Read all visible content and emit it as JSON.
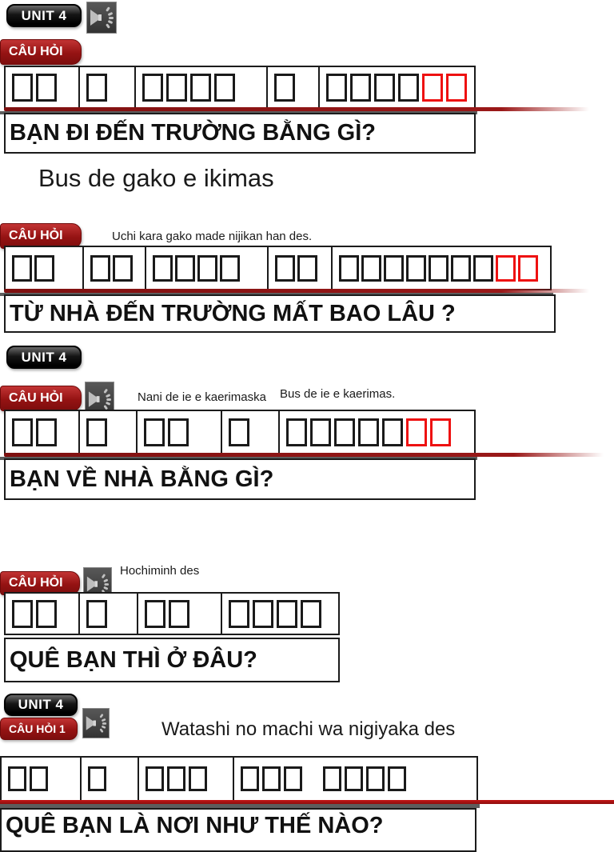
{
  "colors": {
    "badge_black": "#0f0f0f",
    "badge_red": "#951313",
    "tofu_black": "#1a1a1a",
    "tofu_red": "#ee1111",
    "separator_maroon": "#8d1414",
    "separator_red": "#b41216",
    "separator_gray": "#5d5d5d"
  },
  "icons": {
    "speaker": "audio-speaker"
  },
  "sections": [
    {
      "unit_badge": "UNIT 4",
      "question_badge": "CÂU HỎI",
      "cells": [
        [
          "k",
          "k"
        ],
        [
          "k"
        ],
        [
          "k",
          "k",
          "k",
          "k"
        ],
        [
          "k"
        ],
        [
          "k",
          "k",
          "k",
          "k",
          "r",
          "r"
        ]
      ],
      "question": "BẠN ĐI ĐẾN TRƯỜNG BẰNG GÌ?",
      "romaji": "Bus de gako e ikimas"
    },
    {
      "question_badge": "CÂU HỎI",
      "note": "Uchi kara gako made nijikan han des.",
      "cells": [
        [
          "k",
          "k"
        ],
        [
          "k",
          "k"
        ],
        [
          "k",
          "k",
          "k",
          "k"
        ],
        [
          "k",
          "k"
        ],
        [
          "k",
          "k",
          "k",
          "k",
          "k",
          "k",
          "k",
          "r",
          "r"
        ]
      ],
      "question": "TỪ NHÀ ĐẾN TRƯỜNG MẤT BAO LÂU ?"
    },
    {
      "unit_badge": "UNIT 4",
      "question_badge": "CÂU HỎI",
      "note1": "Nani de ie e kaerimaska",
      "note2": "Bus de ie e kaerimas.",
      "cells": [
        [
          "k",
          "k"
        ],
        [
          "k"
        ],
        [
          "k",
          "k"
        ],
        [
          "k"
        ],
        [
          "k",
          "k",
          "k",
          "k",
          "k",
          "r",
          "r"
        ]
      ],
      "question": "BẠN VỀ NHÀ BẰNG GÌ?"
    },
    {
      "question_badge": "CÂU HỎI",
      "note": "Hochiminh des",
      "cells": [
        [
          "k",
          "k"
        ],
        [
          "k"
        ],
        [
          "k",
          "k"
        ],
        [
          "k",
          "k",
          "k",
          "k"
        ]
      ],
      "question": "QUÊ BẠN THÌ Ở ĐÂU?"
    },
    {
      "unit_badge": "UNIT 4",
      "question_badge": "CÂU HỎI 1",
      "note": "Watashi no machi wa nigiyaka des",
      "cells": [
        [
          "k",
          "k"
        ],
        [
          "k"
        ],
        [
          "k",
          "k",
          "k"
        ],
        [
          "k",
          "k",
          "k",
          "_",
          "k",
          "k",
          "k",
          "k"
        ]
      ],
      "question": "QUÊ BẠN LÀ NƠI NHƯ THẾ NÀO?"
    }
  ]
}
